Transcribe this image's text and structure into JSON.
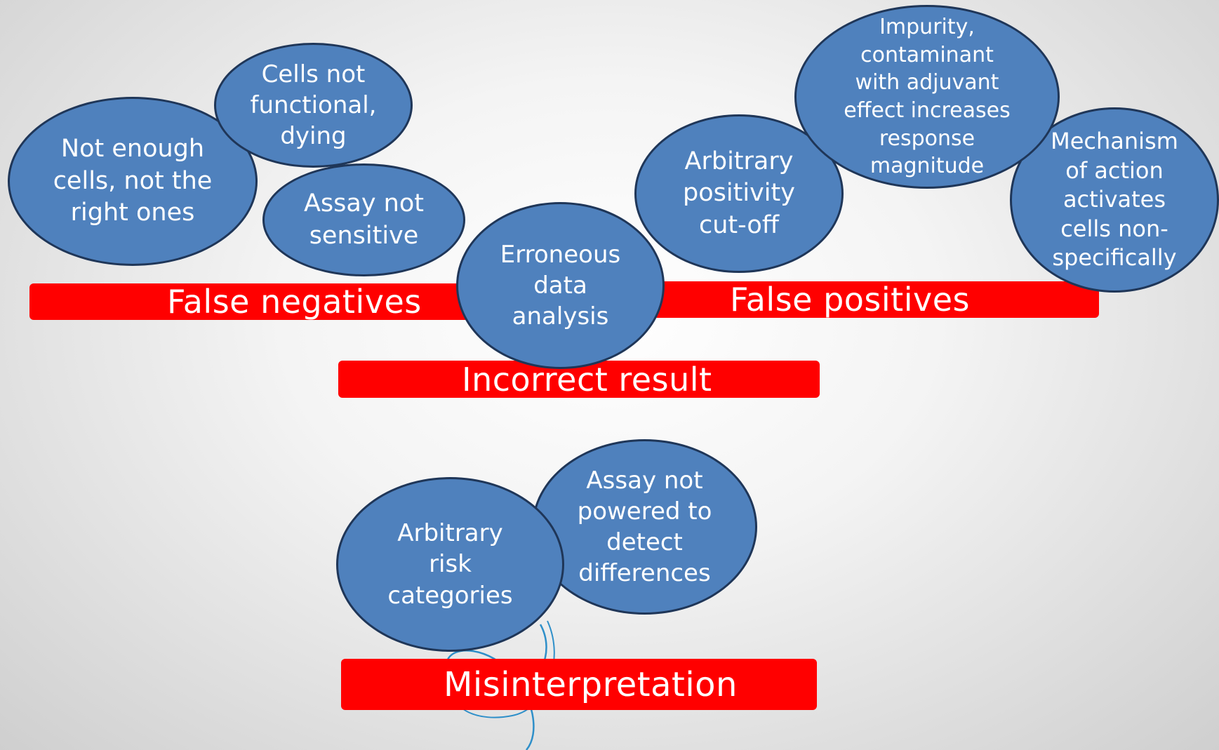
{
  "bars": {
    "false_negatives": "False negatives",
    "false_positives": "False positives",
    "incorrect_result": "Incorrect result",
    "misinterpretation": "Misinterpretation"
  },
  "bubbles": {
    "not_enough_cells": "Not enough\ncells, not the\nright ones",
    "cells_not_functional": "Cells not\nfunctional,\ndying",
    "assay_not_sensitive": "Assay not\nsensitive",
    "erroneous_analysis": "Erroneous\ndata\nanalysis",
    "arbitrary_cutoff": "Arbitrary\npositivity\ncut-off",
    "impurity": "Impurity,\ncontaminant\nwith adjuvant\neffect increases\nresponse\nmagnitude",
    "mechanism": "Mechanism\nof action\nactivates\ncells non-\nspecifically",
    "arbitrary_risk": "Arbitrary\nrisk\ncategories",
    "assay_not_powered": "Assay not\npowered to\ndetect\ndifferences"
  },
  "colors": {
    "bar_red": "#ff0000",
    "bubble_fill": "#4f81bd",
    "bubble_border": "#1f3658",
    "swirl_stroke": "#2e8fc9"
  }
}
